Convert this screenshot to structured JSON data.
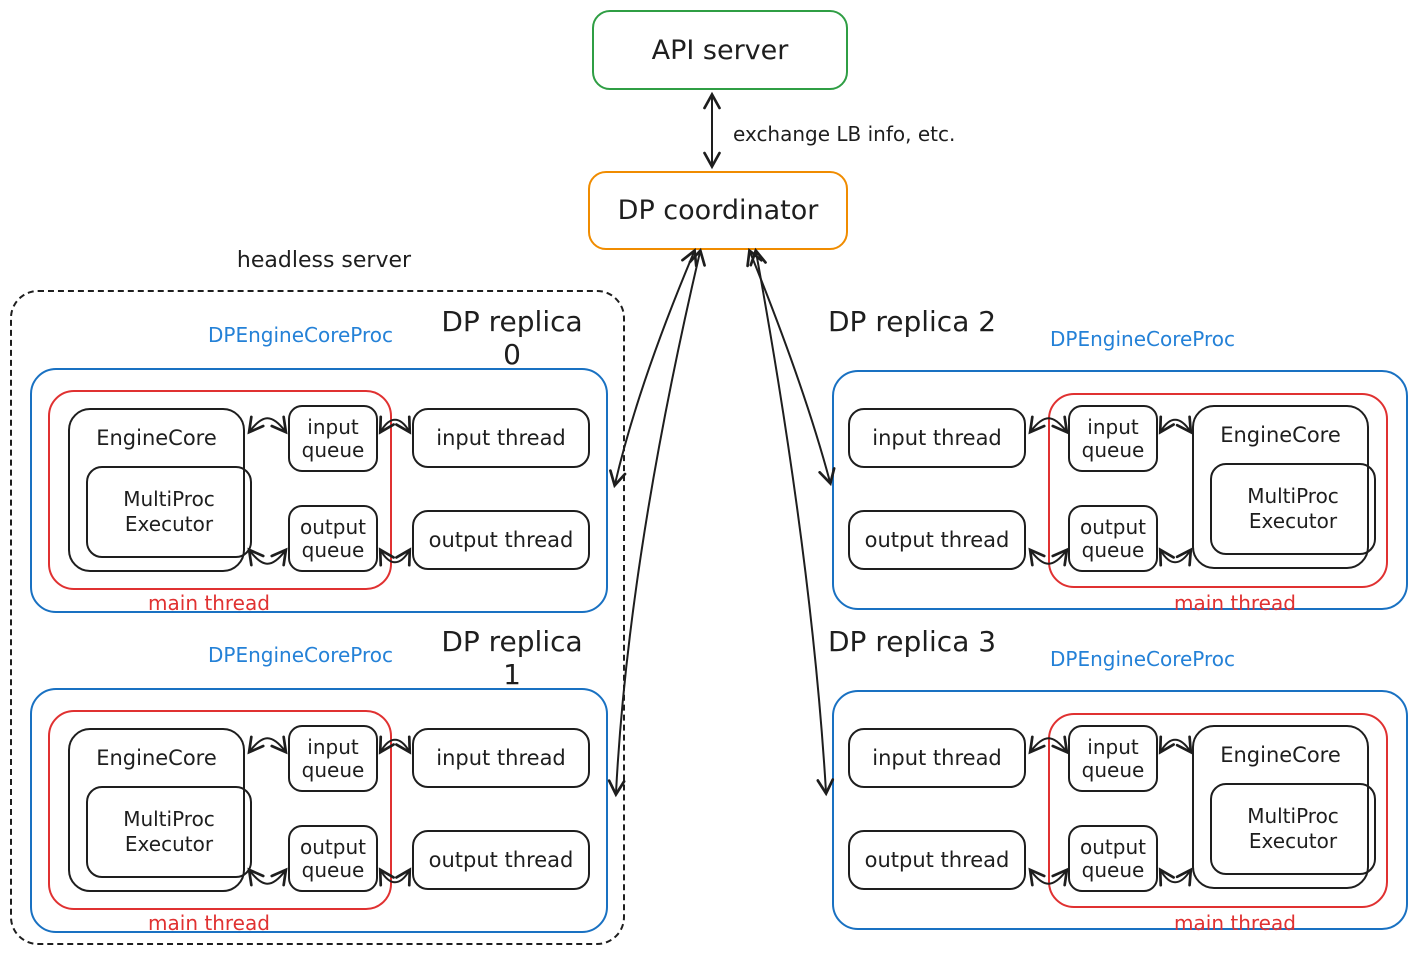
{
  "top": {
    "api_server": "API server",
    "dp_coordinator": "DP coordinator",
    "exchange_label": "exchange LB info, etc."
  },
  "headless_group": {
    "label": "headless server",
    "contains": [
      "DP replica 0",
      "DP replica 1"
    ]
  },
  "replicas": [
    {
      "title": "DP replica 0",
      "proc": "DPEngineCoreProc",
      "main_thread": "main thread",
      "engine_core": "EngineCore",
      "executor": "MultiProc Executor",
      "input_queue": "input queue",
      "output_queue": "output queue",
      "input_thread": "input thread",
      "output_thread": "output thread"
    },
    {
      "title": "DP replica 1",
      "proc": "DPEngineCoreProc",
      "main_thread": "main thread",
      "engine_core": "EngineCore",
      "executor": "MultiProc Executor",
      "input_queue": "input queue",
      "output_queue": "output queue",
      "input_thread": "input thread",
      "output_thread": "output thread"
    },
    {
      "title": "DP replica 2",
      "proc": "DPEngineCoreProc",
      "main_thread": "main thread",
      "engine_core": "EngineCore",
      "executor": "MultiProc Executor",
      "input_queue": "input queue",
      "output_queue": "output queue",
      "input_thread": "input thread",
      "output_thread": "output thread"
    },
    {
      "title": "DP replica 3",
      "proc": "DPEngineCoreProc",
      "main_thread": "main thread",
      "engine_core": "EngineCore",
      "executor": "MultiProc Executor",
      "input_queue": "input queue",
      "output_queue": "output queue",
      "input_thread": "input thread",
      "output_thread": "output thread"
    }
  ],
  "edges": [
    "API server <-> DP coordinator",
    "DP coordinator <-> DP replica 0",
    "DP coordinator <-> DP replica 1",
    "DP coordinator <-> DP replica 2",
    "DP coordinator <-> DP replica 3"
  ],
  "colors": {
    "green": "#2f9e44",
    "orange": "#f08c00",
    "blue": "#1971c2",
    "blue_label": "#2481d7",
    "red": "#e03131",
    "ink": "#1e1e1e"
  }
}
